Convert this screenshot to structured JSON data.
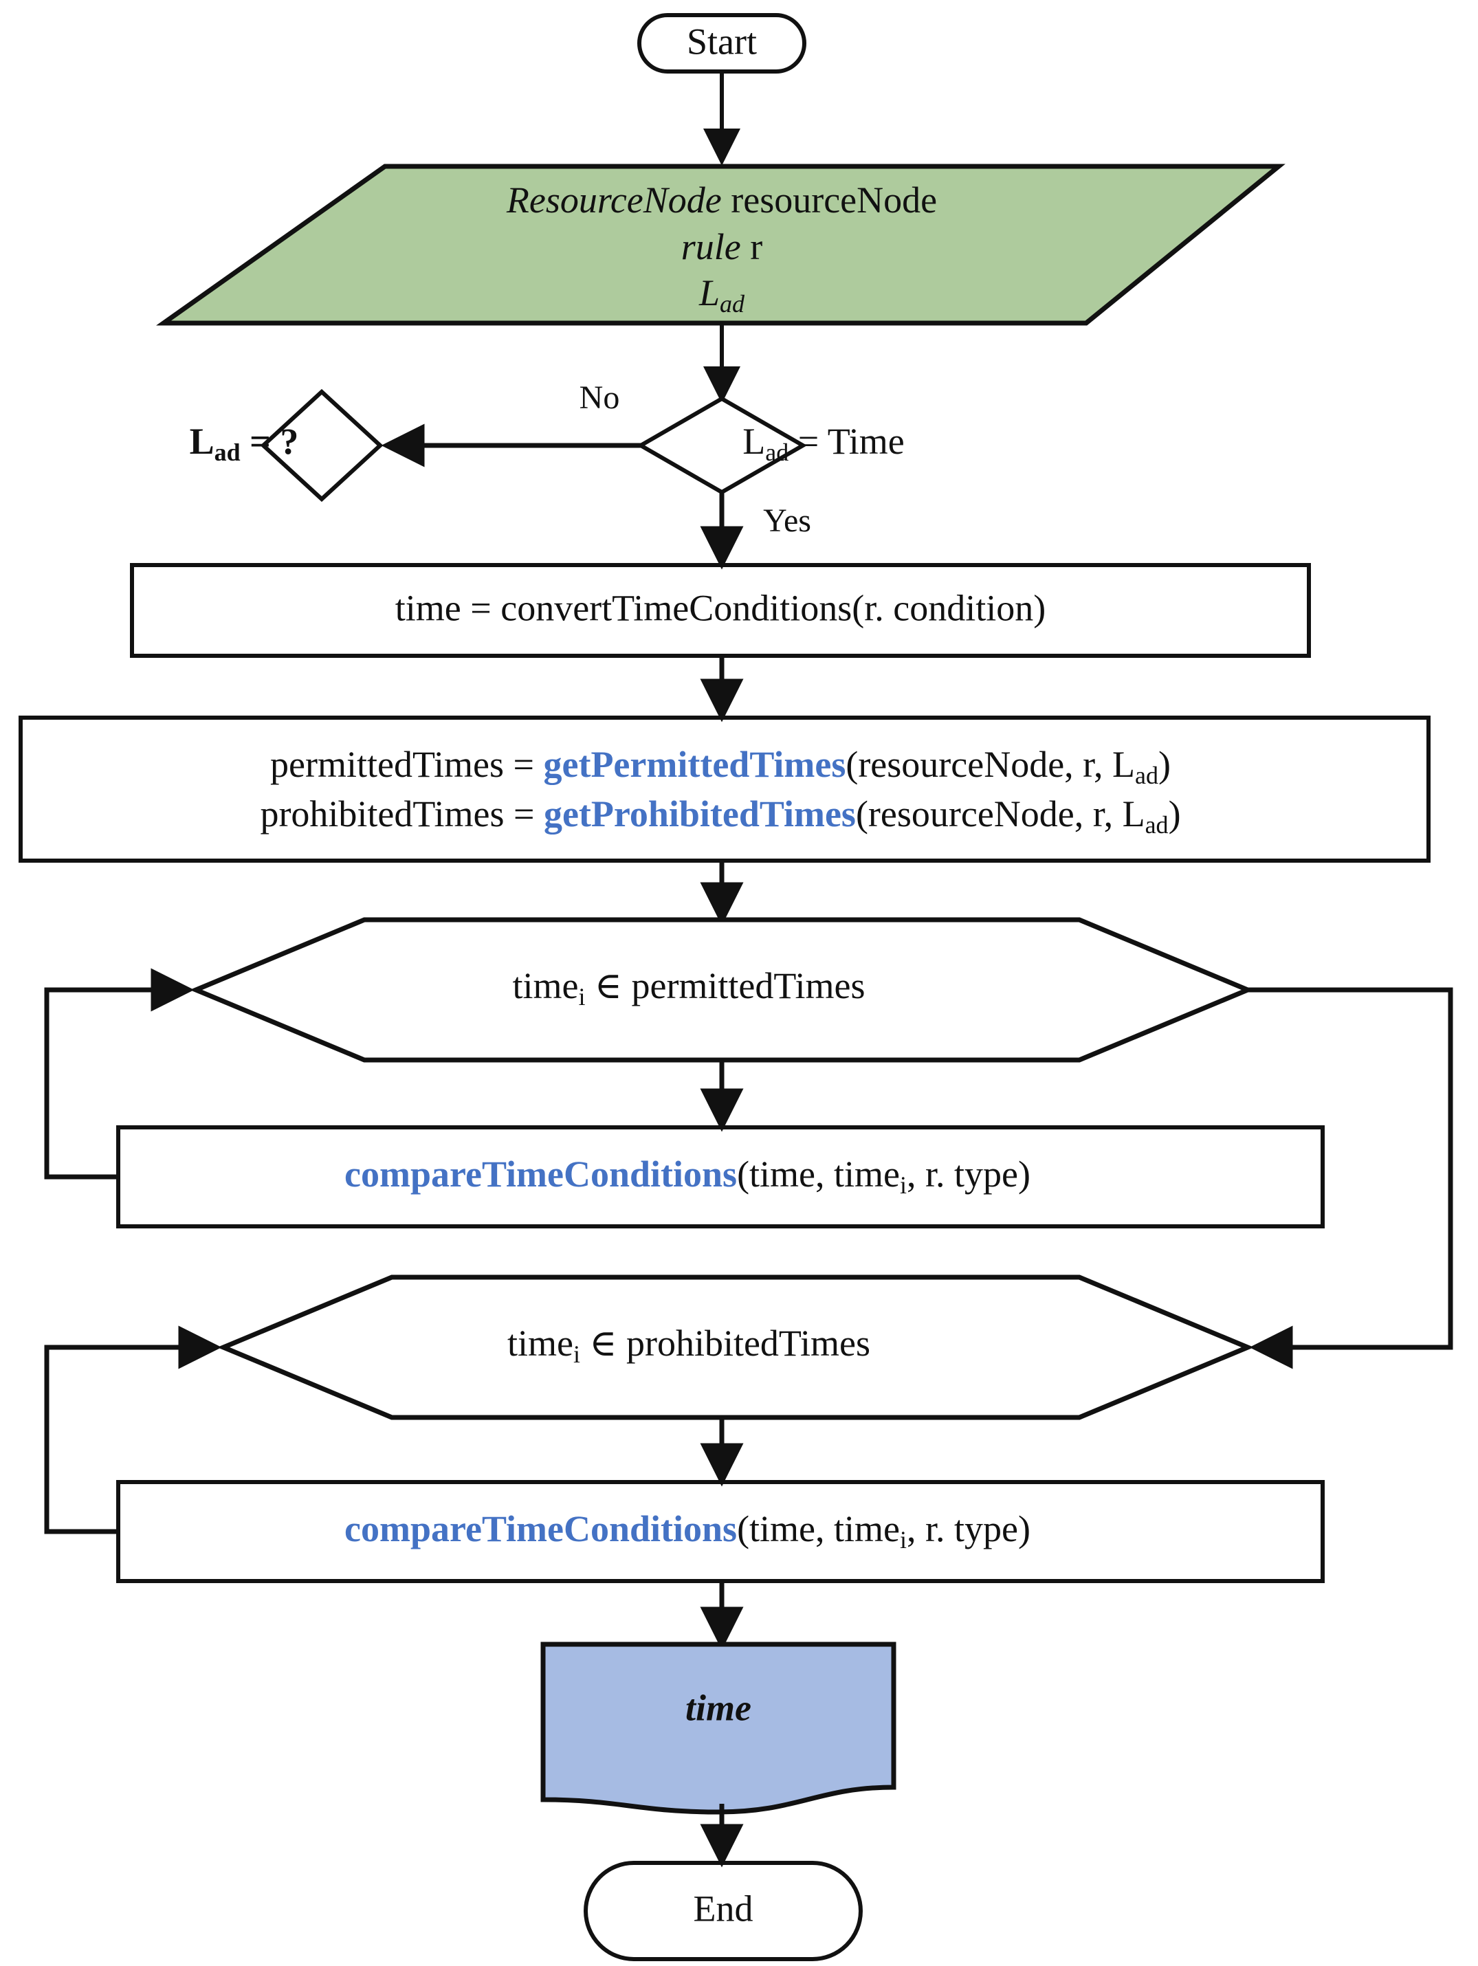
{
  "diagram": {
    "type": "flowchart",
    "title": "Time condition evaluation flowchart",
    "colors": {
      "input_fill": "#aecb9d",
      "output_fill": "#a6bbe3",
      "process_fill": "#ffffff",
      "stroke": "#111111",
      "function_text": "#4472c4",
      "text": "#111111",
      "background": "#ffffff"
    }
  },
  "nodes": {
    "start": {
      "label": "Start",
      "shape": "terminator"
    },
    "input": {
      "shape": "parallelogram-input",
      "line1_italic": "ResourceNode",
      "line1_rest": " resourceNode",
      "line2_italic": "rule",
      "line2_rest": " r",
      "line3_base": "L",
      "line3_sub": "ad"
    },
    "decision_empty": {
      "shape": "diamond",
      "label": ""
    },
    "decision_empty_side_label": {
      "base": "L",
      "sub": "ad",
      "rest": " = ?"
    },
    "decision_time": {
      "shape": "diamond",
      "side_label_base": "L",
      "side_label_sub": "ad",
      "side_label_rest": " = Time"
    },
    "process_convert": {
      "shape": "process",
      "label": "time = convertTimeConditions(r. condition)"
    },
    "process_gettimes": {
      "shape": "process",
      "line1": {
        "prefix": "permittedTimes = ",
        "fn": "getPermittedTimes",
        "args_pre": "(resourceNode, r, L",
        "args_sub": "ad",
        "args_post": ")"
      },
      "line2": {
        "prefix": "prohibitedTimes = ",
        "fn": "getProhibitedTimes",
        "args_pre": "(resourceNode, r, L",
        "args_sub": "ad",
        "args_post": ")"
      }
    },
    "loop_permitted": {
      "shape": "hexagon-loop",
      "base": "time",
      "sub": "i",
      "rest": "  ∈ permittedTimes"
    },
    "compare_permitted": {
      "shape": "process",
      "fn": "compareTimeConditions",
      "args_pre": "(time, time",
      "args_sub": "i",
      "args_post": ", r. type)"
    },
    "loop_prohibited": {
      "shape": "hexagon-loop",
      "base": "time",
      "sub": "i",
      "rest": "  ∈ prohibitedTimes"
    },
    "compare_prohibited": {
      "shape": "process",
      "fn": "compareTimeConditions",
      "args_pre": "(time, time",
      "args_sub": "i",
      "args_post": ", r. type)"
    },
    "output_time": {
      "shape": "document",
      "label": "time"
    },
    "end": {
      "label": "End",
      "shape": "terminator"
    }
  },
  "edge_labels": {
    "no": "No",
    "yes": "Yes"
  }
}
